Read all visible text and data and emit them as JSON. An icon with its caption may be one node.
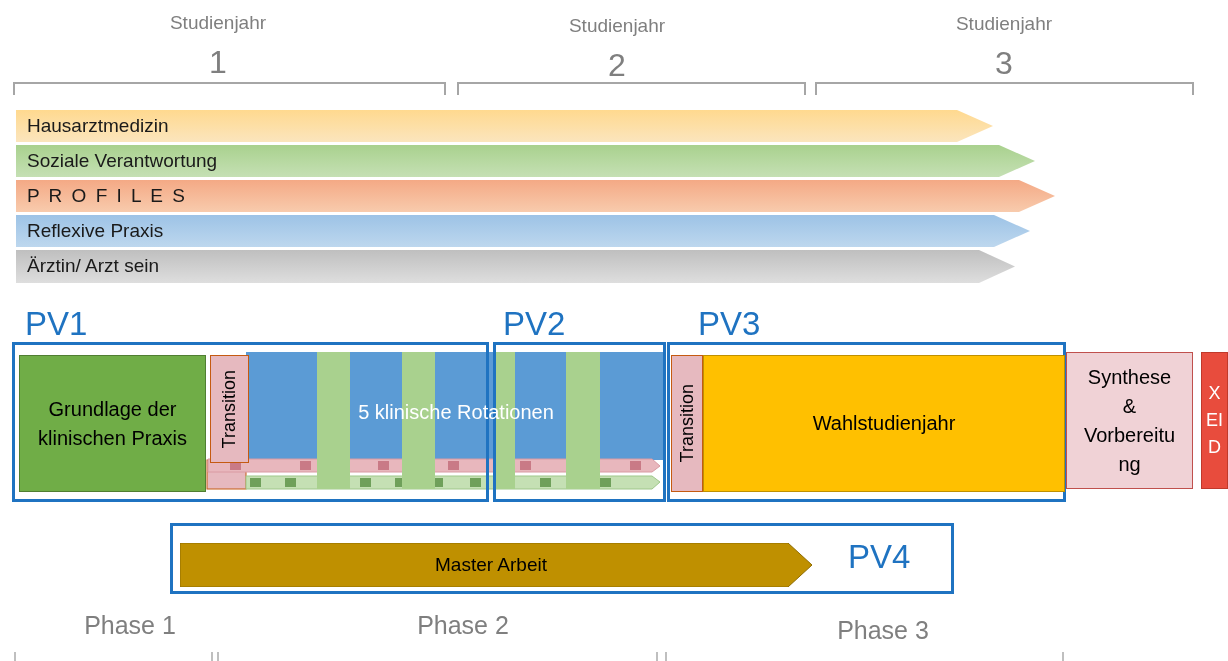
{
  "diagram": {
    "nodes": [
      {
        "text": [
          "Hausarztmedizin"
        ]
      },
      {
        "text": [
          "Soziale Verantwortung"
        ]
      },
      {
        "text": [
          "P R O F I L E S"
        ]
      },
      {
        "text": [
          "Reflexive Praxis"
        ]
      },
      {
        "text": [
          "Ärztin/ Arzt sein"
        ]
      },
      {
        "text": [
          "PV1"
        ]
      },
      {
        "text": [
          "Grundlage der klinischen Praxis"
        ],
        "in": 5
      },
      {
        "text": [
          "Transition"
        ],
        "in": 5
      },
      {
        "text": [
          "5 klinische Rotationen"
        ]
      },
      {
        "text": [
          "PV2"
        ]
      },
      {
        "text": [
          "PV3"
        ]
      },
      {
        "text": [
          "Transition"
        ],
        "in": 10
      },
      {
        "text": [
          "Wahlstudienjahr"
        ],
        "in": 10
      },
      {
        "text": [
          "Synthese & Vorbereitung"
        ]
      },
      {
        "text": [
          "XEID"
        ]
      },
      {
        "text": [
          "PV4"
        ]
      },
      {
        "text": [
          "Master Arbeit"
        ],
        "in": 15
      }
    ],
    "labels": [
      "Studienjahr",
      "1",
      "Studienjahr",
      "2",
      "Studienjahr",
      "3",
      "Phase 1",
      "Phase 2",
      "Phase 3"
    ]
  }
}
